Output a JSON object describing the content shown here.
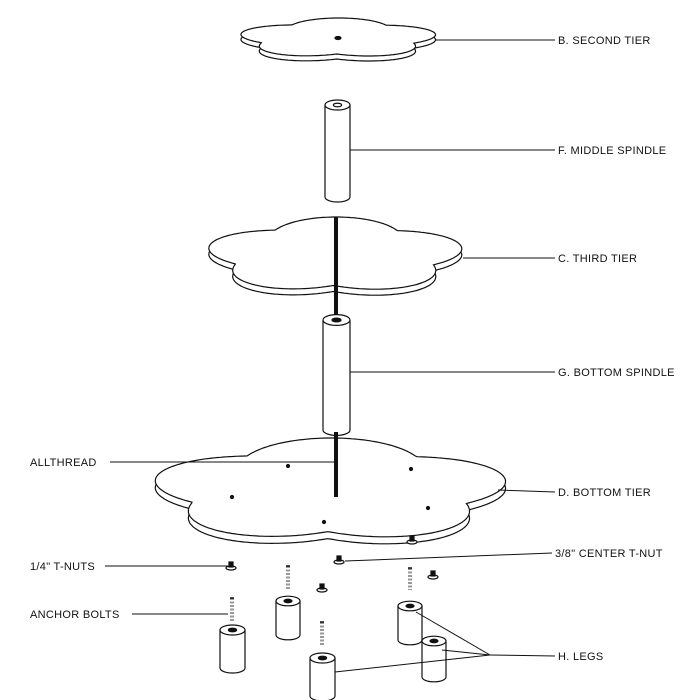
{
  "title": "Cake stand exploded assembly diagram",
  "labels": {
    "second_tier": "B. SECOND TIER",
    "middle_spindle": "F. MIDDLE SPINDLE",
    "third_tier": "C. THIRD TIER",
    "bottom_spindle": "G. BOTTOM SPINDLE",
    "allthread": "ALLTHREAD",
    "bottom_tier": "D. BOTTOM TIER",
    "quarter_tnuts": "1/4\" T-NUTS",
    "center_tnut": "3/8\" CENTER T-NUT",
    "anchor_bolts": "ANCHOR BOLTS",
    "legs": "H. LEGS"
  },
  "colors": {
    "line": "#111111",
    "fill": "#ffffff"
  }
}
